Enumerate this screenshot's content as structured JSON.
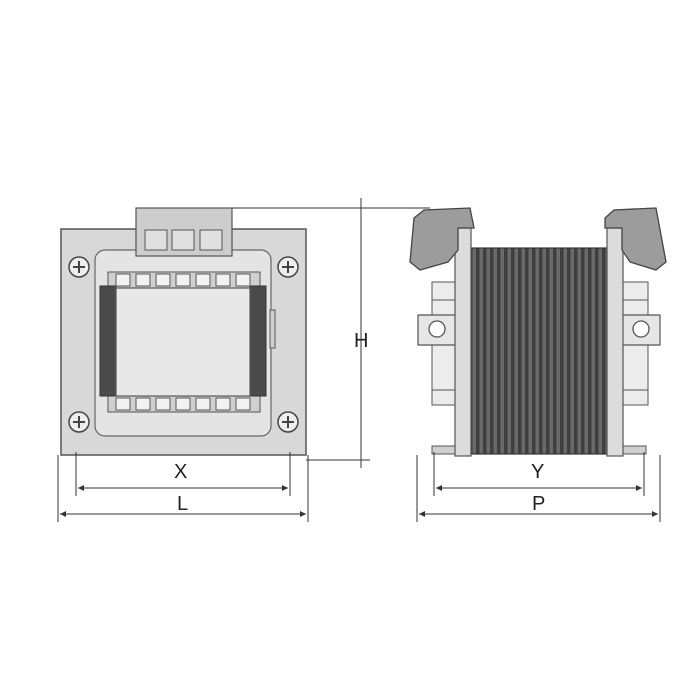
{
  "labels": {
    "height": "H",
    "front_inner_width": "X",
    "front_outer_width": "L",
    "side_inner_width": "Y",
    "side_outer_width": "P"
  },
  "colors": {
    "outline": "#555555",
    "frame": "#d6d6d6",
    "panel": "#dcdcdc",
    "window": "#e6e6e6",
    "coil_dark": "#4a4a4a",
    "terminal": "#cfcfcf",
    "clamp": "#9a9a9a",
    "dimension": "#333333"
  },
  "icons": {
    "screw": "phillips-screw-icon"
  }
}
